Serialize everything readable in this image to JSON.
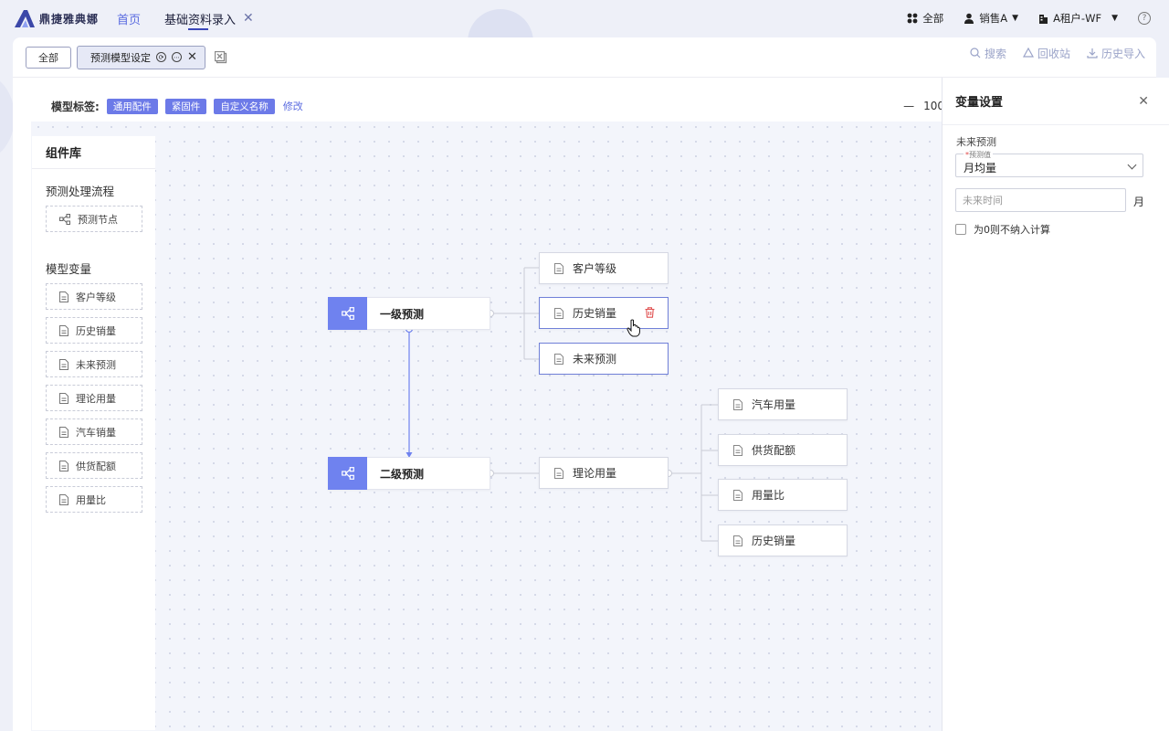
{
  "brand": {
    "name": "鼎捷雅典娜",
    "accent": "#6f82ef"
  },
  "nav": {
    "home": "首页",
    "active_tab": "基础资料录入",
    "close": "✕"
  },
  "top_right": {
    "all_apps": "全部",
    "user": "销售A",
    "tenant": "A租户-WF",
    "help": "?"
  },
  "toolbar": {
    "all_button": "全部",
    "active_chip": "预测模型设定",
    "chip_close": "✕",
    "actions": [
      {
        "label": "搜索",
        "icon": "search-icon"
      },
      {
        "label": "回收站",
        "icon": "recycle-icon"
      },
      {
        "label": "历史导入",
        "icon": "import-icon"
      }
    ]
  },
  "tags": {
    "label": "模型标签:",
    "items": [
      "通用配件",
      "紧固件",
      "自定义名称"
    ],
    "edit": "修改"
  },
  "zoom": {
    "minus": "—",
    "value": "100"
  },
  "library": {
    "title": "组件库",
    "section_flow": "预测处理流程",
    "flow_items": [
      "预测节点"
    ],
    "section_vars": "模型变量",
    "var_items": [
      "客户等级",
      "历史销量",
      "未来预测",
      "理论用量",
      "汽车销量",
      "供货配额",
      "用量比"
    ]
  },
  "flow": {
    "level1": {
      "label": "一级预测",
      "children": [
        "客户等级",
        "历史销量",
        "未来预测"
      ]
    },
    "level2": {
      "label": "二级预测",
      "child": "理论用量",
      "sub_children": [
        "汽车用量",
        "供货配额",
        "用量比",
        "历史销量"
      ]
    }
  },
  "settings": {
    "title": "变量设置",
    "close": "✕",
    "subtitle": "未来预测",
    "field_required_mark": "*",
    "field_label": "预测值",
    "field_value": "月均量",
    "time_placeholder": "未来时间",
    "unit": "月",
    "checkbox_label": "为0则不纳入计算"
  }
}
